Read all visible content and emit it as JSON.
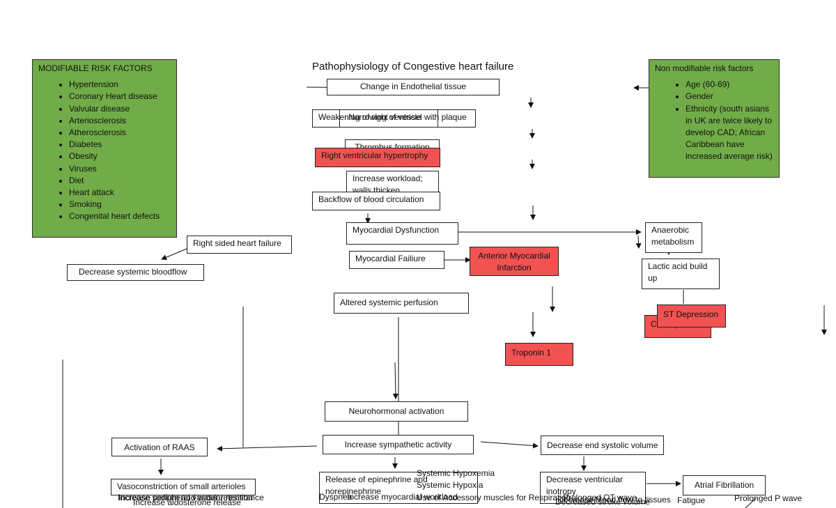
{
  "title": "Pathophysiology of Congestive heart failure",
  "modifiable": {
    "heading": "MODIFIABLE RISK FACTORS",
    "items": [
      "Hypertension",
      "Coronary Heart disease",
      "Valvular disease",
      "Arteriosclerosis",
      "Atherosclerosis",
      "Diabetes",
      "Obesity",
      "Viruses",
      "Diet",
      "Heart attack",
      "Smoking",
      "Congenital heart defects"
    ]
  },
  "non_modifiable": {
    "heading": "Non modifiable risk factors",
    "items": [
      "Age (60-69)",
      "Gender",
      "Ethnicity (south asians in UK are twice likely to develop CAD; African Caribbean have increased average risk)"
    ]
  },
  "nodes": {
    "endothelial": "Change in Endothelial tissue",
    "narrowing": "Narrowing of vessel with plaque",
    "weakening": "Weakening of right ventricle",
    "thrombus": "Thrombus formation",
    "rv_hypertrophy": "Right ventricular hypertrophy",
    "workload": "Increase workload; walls thicken",
    "backflow": "Backflow of blood circulation",
    "myocardial_dysfunction": "Myocardial Dysfunction",
    "right_sided_hf": "Right sided heart failure",
    "decrease_systemic": "Decrease systemic bloodflow",
    "myocardial_failiure": "Myocardial Failiure",
    "anterior_mi": "Anterior Myocardial Infarction",
    "altered_perfusion": "Altered systemic perfusion",
    "troponin": "Troponin 1",
    "anaerobic": "Anaerobic metabolism",
    "lactic": "Lactic acid build up",
    "st_depression": "ST Depression",
    "chest_pain": "Chest pain",
    "neurohormonal": "Neurohormonal activation",
    "sympathetic": "Increase sympathetic activity",
    "raas": "Activation of RAAS",
    "end_systolic": "Decrease end systolic volume",
    "vasoconstriction": "Vasoconstriction of small arterioles",
    "epinephrine": "Release of epinephrine and norepinephrine",
    "ventricular_inotropy": "Decrease ventricular inotropy",
    "afib": "Atrial Fibrillation"
  },
  "bottom_text": {
    "sodium": "Increase sodium and water retention",
    "peripheral": "Increase peripheral vascular resistance",
    "aldosterone": "Increase aldosterone release",
    "hypoxemia": "Systemic Hypoxemia",
    "hypoxia": "Systemic Hypoxia",
    "dyspnea": "Dyspnea",
    "workload": "Increase myocardial workload",
    "accessory": "Use of Accessory muscles for Respiration",
    "prolonged_qt": "Prolonged QT wave",
    "stroke_volume": "Decreased stroke volume",
    "tissues": "Decrease blood flow to tissues",
    "fatigue": "Fatigue",
    "prolonged_p": "Prolonged P wave"
  }
}
